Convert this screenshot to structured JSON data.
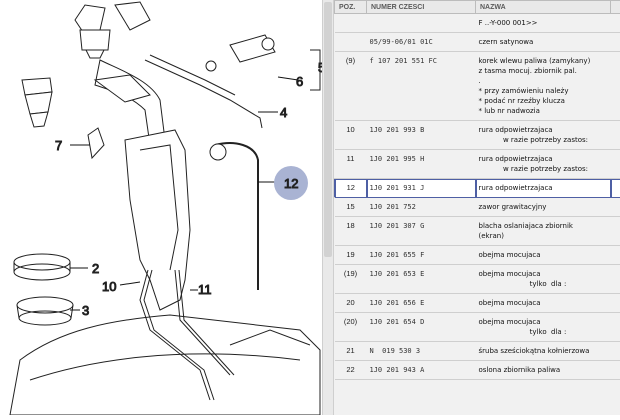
{
  "diagram": {
    "callouts": [
      "5",
      "6",
      "4",
      "7",
      "12",
      "2",
      "10",
      "11",
      "3"
    ],
    "highlight_color": "#a9b3d3"
  },
  "table": {
    "headers": [
      "POZ.",
      "NUMER CZESCI",
      "NAZWA",
      ""
    ],
    "rows": [
      {
        "pos": "",
        "num": "",
        "name": "F ..-Y-000 001>>"
      },
      {
        "pos": "",
        "num": "05/99-06/01 01C",
        "name": "czern satynowa"
      },
      {
        "pos": "(9)",
        "num": "f 107 201 551 FC",
        "name": "korek wlewu paliwa (zamykany)\nz tasma mocuj. zbiornik pal.\n.\n* przy zamówieniu należy\n* podać nr rzeźby klucza\n* lub nr nadwozia"
      },
      {
        "pos": "10",
        "num": "1J0 201 993 B",
        "name": "rura odpowietrzajaca\n           w razie potrzeby zastos:"
      },
      {
        "pos": "11",
        "num": "1J0 201 995 H",
        "name": "rura odpowietrzajaca\n           w razie potrzeby zastos:"
      },
      {
        "pos": "12",
        "num": "1J0 201 931 J",
        "name": "rura odpowietrzajaca",
        "selected": true
      },
      {
        "pos": "15",
        "num": "1J0 201 752",
        "name": "zawor grawitacyjny"
      },
      {
        "pos": "18",
        "num": "1J0 201 307 G",
        "name": "blacha oslaniajaca zbiornik\n(ekran)"
      },
      {
        "pos": "19",
        "num": "1J0 201 655 F",
        "name": "obejma mocujaca"
      },
      {
        "pos": "(19)",
        "num": "1J0 201 653 E",
        "name": "obejma mocujaca\n                       tylko  dla :"
      },
      {
        "pos": "20",
        "num": "1J0 201 656 E",
        "name": "obejma mocujaca"
      },
      {
        "pos": "(20)",
        "num": "1J0 201 654 D",
        "name": "obejma mocujaca\n                       tylko  dla :"
      },
      {
        "pos": "21",
        "num": "N  019 530 3",
        "name": "śruba sześciokątna kołnierzowa"
      },
      {
        "pos": "22",
        "num": "1J0 201 943 A",
        "name": "oslona zbiornika paliwa"
      }
    ]
  }
}
